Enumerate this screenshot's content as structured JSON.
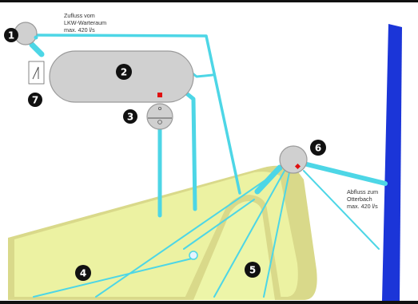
{
  "labels": {
    "inflow_line1": "Zufluss vom",
    "inflow_line2": "LKW-Warteraum",
    "inflow_line3": "max. 420 l/s",
    "outflow_line1": "Abfluss zum",
    "outflow_line2": "Otterbach",
    "outflow_line3": "max. 420 l/s"
  },
  "markers": [
    "1",
    "2",
    "3",
    "4",
    "5",
    "6",
    "7"
  ],
  "colors": {
    "pipe": "#4dd6e6",
    "tank": "#d0d0d0",
    "tank_stroke": "#9a9a9a",
    "basin_outer": "#d9d98a",
    "basin_inner": "#ecf2a2",
    "creek": "#1b35d8",
    "marker": "#111111",
    "valve": "#e01010"
  },
  "icons": [
    "inlet-tank-icon",
    "main-tank-icon",
    "pump-icon",
    "distribution-shaft-icon",
    "gauge-symbol-icon",
    "valve-icon"
  ]
}
